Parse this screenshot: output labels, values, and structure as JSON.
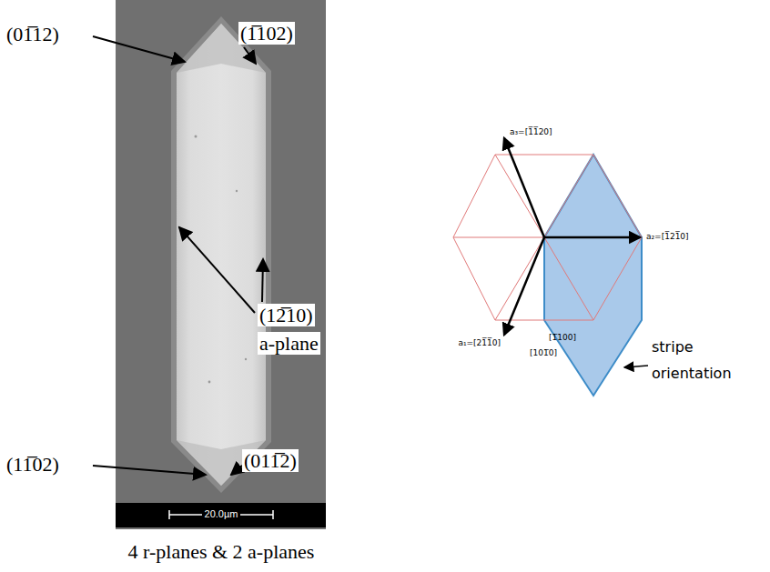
{
  "diagram": {
    "caption": "4 r-planes & 2 a-planes",
    "labels": [
      "(01̅12)",
      "(1̅102)",
      "(12̅10)",
      "a-plane",
      "(11̅02)",
      "(011̅2)",
      "20.0µm",
      "a₃=[1̅1̅20]",
      "a₂=[1̅21̅0]",
      "a₁=[21̅1̅0]",
      "[1̅100]",
      "[101̅0]",
      "stripe orientation"
    ]
  }
}
